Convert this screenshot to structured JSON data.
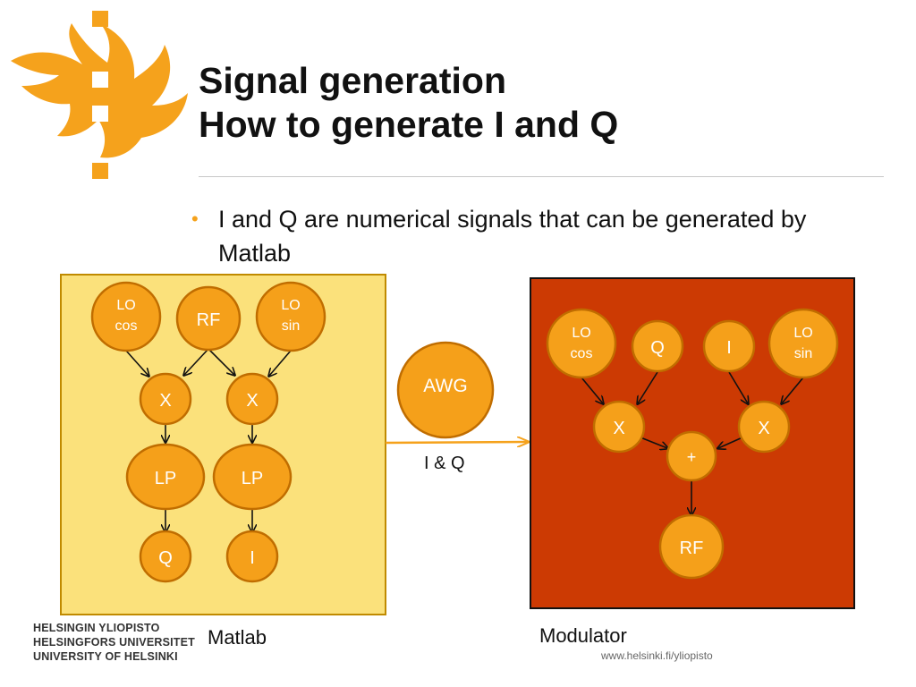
{
  "slide": {
    "title_line1": "Signal generation",
    "title_line2": "How to generate I and Q",
    "bullet": "I and Q are numerical signals that can be generated by Matlab"
  },
  "diagram": {
    "matlab": {
      "caption": "Matlab",
      "fill": "#fbe17b",
      "nodes": {
        "lo_cos": [
          "LO",
          "cos"
        ],
        "rf": "RF",
        "lo_sin": [
          "LO",
          "sin"
        ],
        "mixer_left": "X",
        "mixer_right": "X",
        "lp_left": "LP",
        "lp_right": "LP",
        "q": "Q",
        "i": "I"
      }
    },
    "awg": {
      "label": "AWG",
      "link_label": "I & Q"
    },
    "modulator": {
      "caption": "Modulator",
      "fill": "#cc3a03",
      "nodes": {
        "lo_cos": [
          "LO",
          "cos"
        ],
        "q": "Q",
        "i": "I",
        "lo_sin": [
          "LO",
          "sin"
        ],
        "mixer_left": "X",
        "mixer_right": "X",
        "sum": "+",
        "rf": "RF"
      }
    },
    "node_fill": "#f5a01a",
    "node_stroke": "#c06d00"
  },
  "footer": {
    "logo_line1": "HELSINGIN YLIOPISTO",
    "logo_line2": "HELSINGFORS UNIVERSITET",
    "logo_line3": "UNIVERSITY OF HELSINKI",
    "url": "www.helsinki.fi/yliopisto"
  },
  "colors": {
    "accent": "#f5a21c"
  }
}
